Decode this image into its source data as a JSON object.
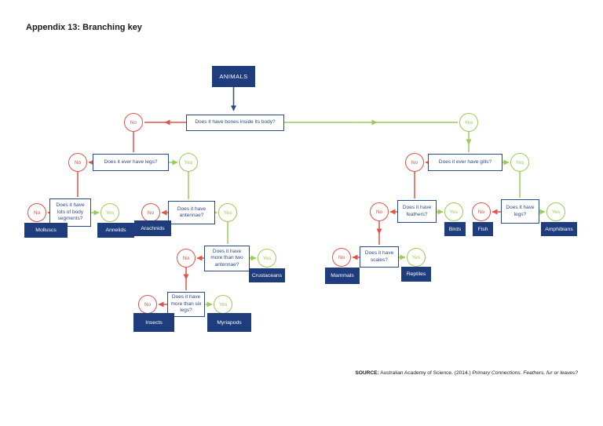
{
  "header": {
    "title": "Appendix 13: Branching key"
  },
  "footer": {
    "source_label": "SOURCE:",
    "source_text": " Australian Academy of Science. (2014.) ",
    "source_work": "Primary Connections. Feathers, fur or leaves?"
  },
  "colors": {
    "navy_box": "#1f3d7c",
    "question_blue": "#2b4a8c",
    "no_red": "#df5348",
    "yes_green": "#9cca58"
  },
  "branching_key": {
    "root": "ANIMALS",
    "answers": {
      "yes": "Yes",
      "no": "No"
    },
    "questions": {
      "bones": {
        "text": "Does it have bones inside its body?",
        "no": "legs_ever",
        "yes": "gills"
      },
      "legs_ever": {
        "text": "Does it ever have legs?",
        "no": "body_segments",
        "yes": "antennae"
      },
      "body_segments": {
        "text": "Does it have lots of body segments?",
        "no": "Molluscs",
        "yes": "Annelids"
      },
      "antennae": {
        "text": "Does it have antennae?",
        "no": "Arachnids",
        "yes": "two_antennae"
      },
      "two_antennae": {
        "text": "Does it have more than two antennae?",
        "no": "six_legs",
        "yes": "Crustaceans"
      },
      "six_legs": {
        "text": "Does it have more than six legs?",
        "no": "Insects",
        "yes": "Myriapods"
      },
      "gills": {
        "text": "Does it ever have gills?",
        "no": "feathers",
        "yes": "legs"
      },
      "feathers": {
        "text": "Does it have feathers?",
        "no": "scales",
        "yes": "Birds"
      },
      "scales": {
        "text": "Does it have scales?",
        "no": "Mammals",
        "yes": "Reptiles"
      },
      "legs": {
        "text": "Does it have legs?",
        "no": "Fish",
        "yes": "Amphibians"
      }
    },
    "outcomes": {
      "molluscs": "Molluscs",
      "annelids": "Annelids",
      "arachnids": "Arachnids",
      "crustaceans": "Crustaceans",
      "insects": "Insects",
      "myriapods": "Myriapods",
      "mammals": "Mammals",
      "reptiles": "Reptiles",
      "birds": "Birds",
      "fish": "Fish",
      "amphibians": "Amphibians"
    }
  }
}
